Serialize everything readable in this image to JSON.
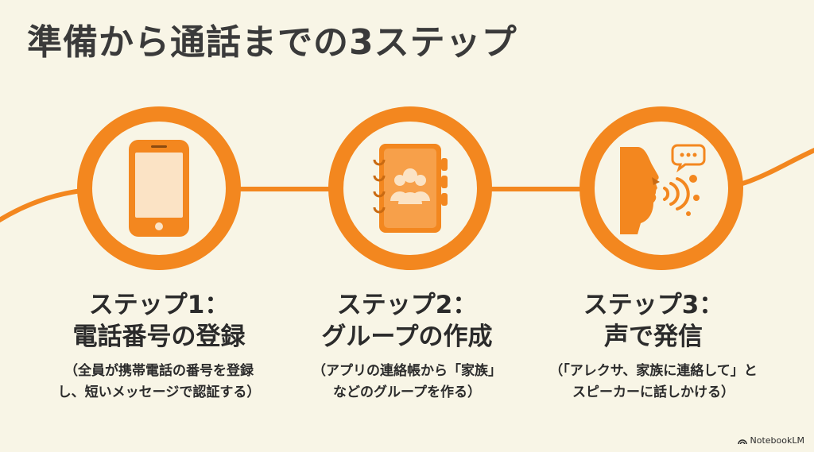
{
  "title": "準備から通話までの3ステップ",
  "steps": [
    {
      "heading_line1": "ステップ1：",
      "heading_line2": "電話番号の登録",
      "desc_line1": "（全員が携帯電話の番号を登録",
      "desc_line2": "し、短いメッセージで認証する）",
      "icon": "smartphone-icon"
    },
    {
      "heading_line1": "ステップ2：",
      "heading_line2": "グループの作成",
      "desc_line1": "（アプリの連絡帳から「家族」",
      "desc_line2": "などのグループを作る）",
      "icon": "address-book-icon"
    },
    {
      "heading_line1": "ステップ3：",
      "heading_line2": "声で発信",
      "desc_line1": "（「アレクサ、家族に連絡して」と",
      "desc_line2": "スピーカーに話しかける）",
      "icon": "speaking-face-icon"
    }
  ],
  "brand": "NotebookLM",
  "colors": {
    "accent": "#f3871f",
    "background": "#f8f5e6",
    "text": "#2b2b2b",
    "title": "#3a3a3a"
  }
}
